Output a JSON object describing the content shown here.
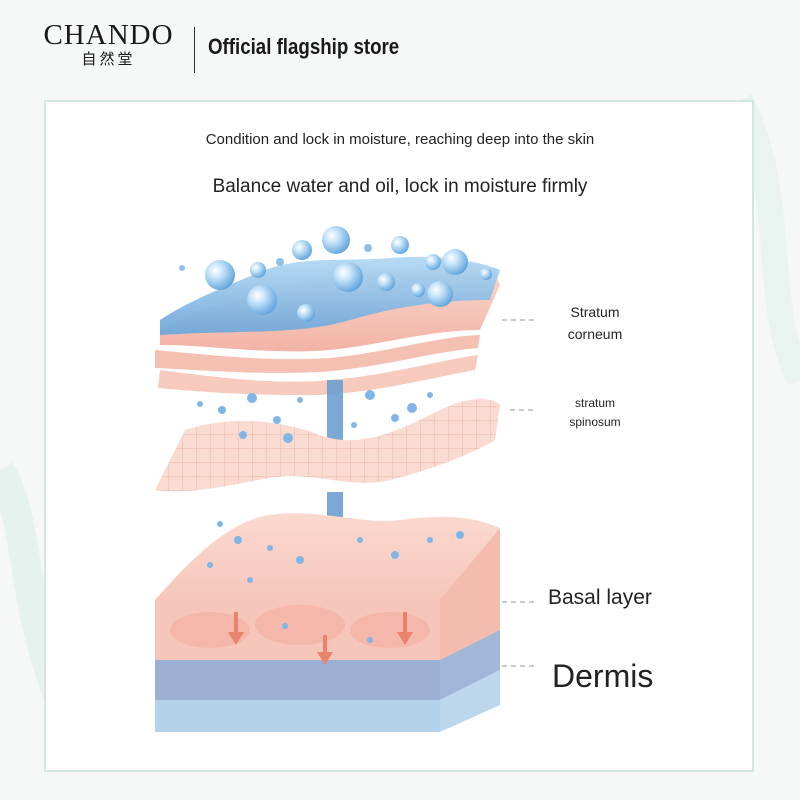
{
  "header": {
    "brand_en": "CHANDO",
    "brand_cn": "自然堂",
    "store_label": "Official flagship store"
  },
  "content": {
    "subtitle": "Condition and lock in moisture, reaching deep into the skin",
    "headline": "Balance water and oil, lock in moisture firmly"
  },
  "labels": {
    "stratum_corneum_1": "Stratum",
    "stratum_corneum_2": "corneum",
    "stratum_spinosum_1": "stratum",
    "stratum_spinosum_2": "spinosum",
    "basal_layer": "Basal layer",
    "dermis": "Dermis"
  },
  "colors": {
    "water_blue": "#8ec4ea",
    "skin_pink": "#f5c2b6",
    "dermis_blue": "#8fb2d6",
    "card_border": "#d2e7e1"
  }
}
